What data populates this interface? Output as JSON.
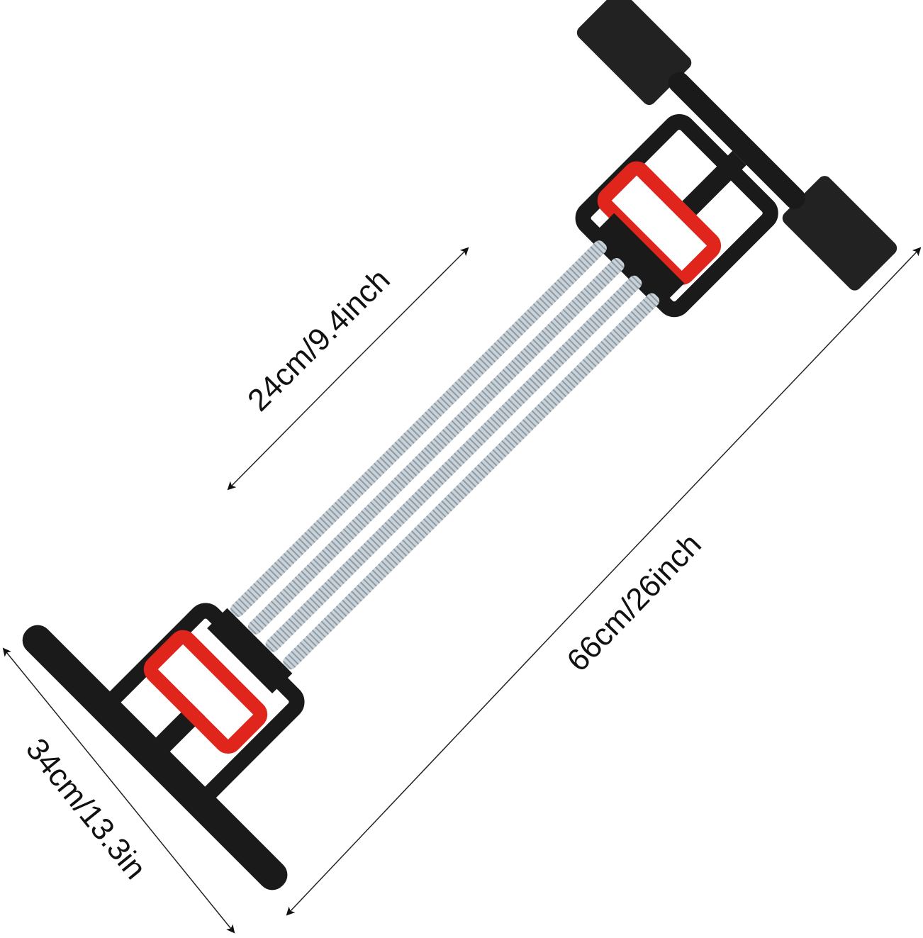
{
  "dimensions": {
    "spring_length": "24cm/9.4inch",
    "total_length": "66cm/26inch",
    "handle_width": "34cm/13.3in"
  },
  "colors": {
    "frame": "#1a1a1a",
    "handle": "#e0261c",
    "spring": "#b9c4cc",
    "line": "#222222"
  }
}
